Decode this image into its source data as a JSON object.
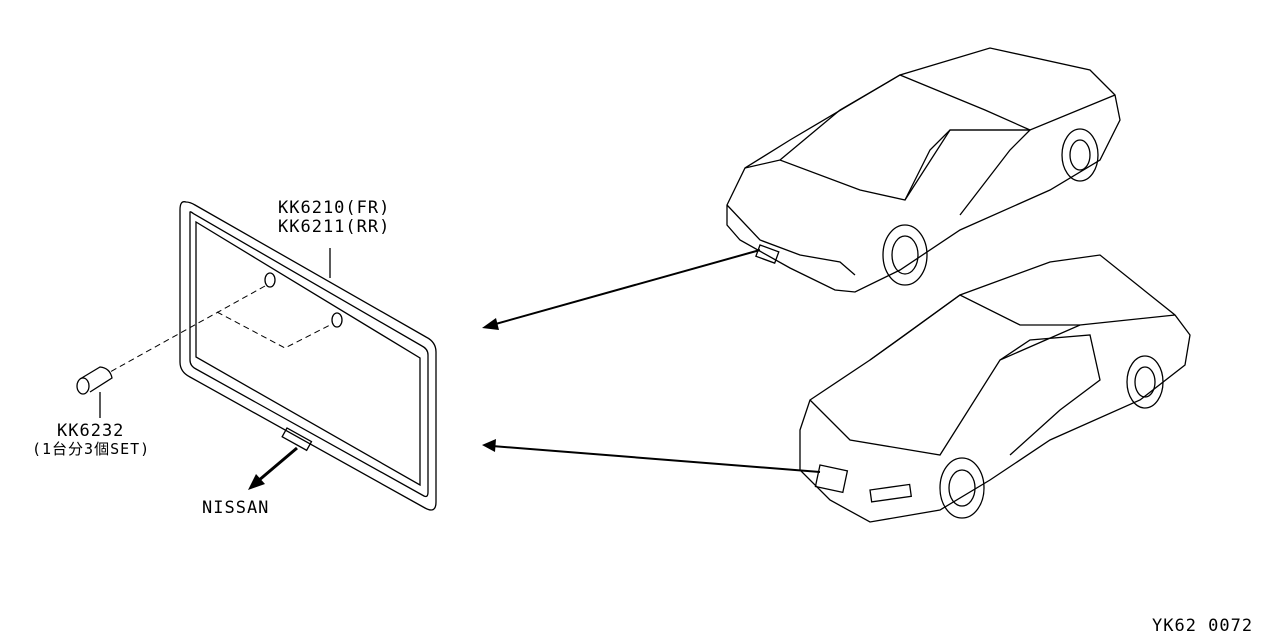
{
  "parts": {
    "frame_fr": "KK6210(FR)",
    "frame_rr": "KK6211(RR)",
    "cap": "KK6232",
    "cap_note": "(1台分3個SET)",
    "brand": "NISSAN"
  },
  "diagram_code": "YK62 0072"
}
